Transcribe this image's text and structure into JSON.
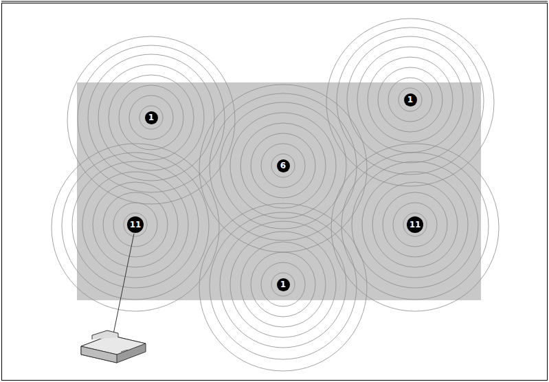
{
  "diagram": {
    "nodes": [
      {
        "text": [
          "1"
        ]
      },
      {
        "text": [
          "1"
        ]
      },
      {
        "text": [
          "6"
        ]
      },
      {
        "text": [
          "11"
        ]
      },
      {
        "text": [
          "11"
        ]
      },
      {
        "text": [
          "1"
        ]
      }
    ]
  }
}
